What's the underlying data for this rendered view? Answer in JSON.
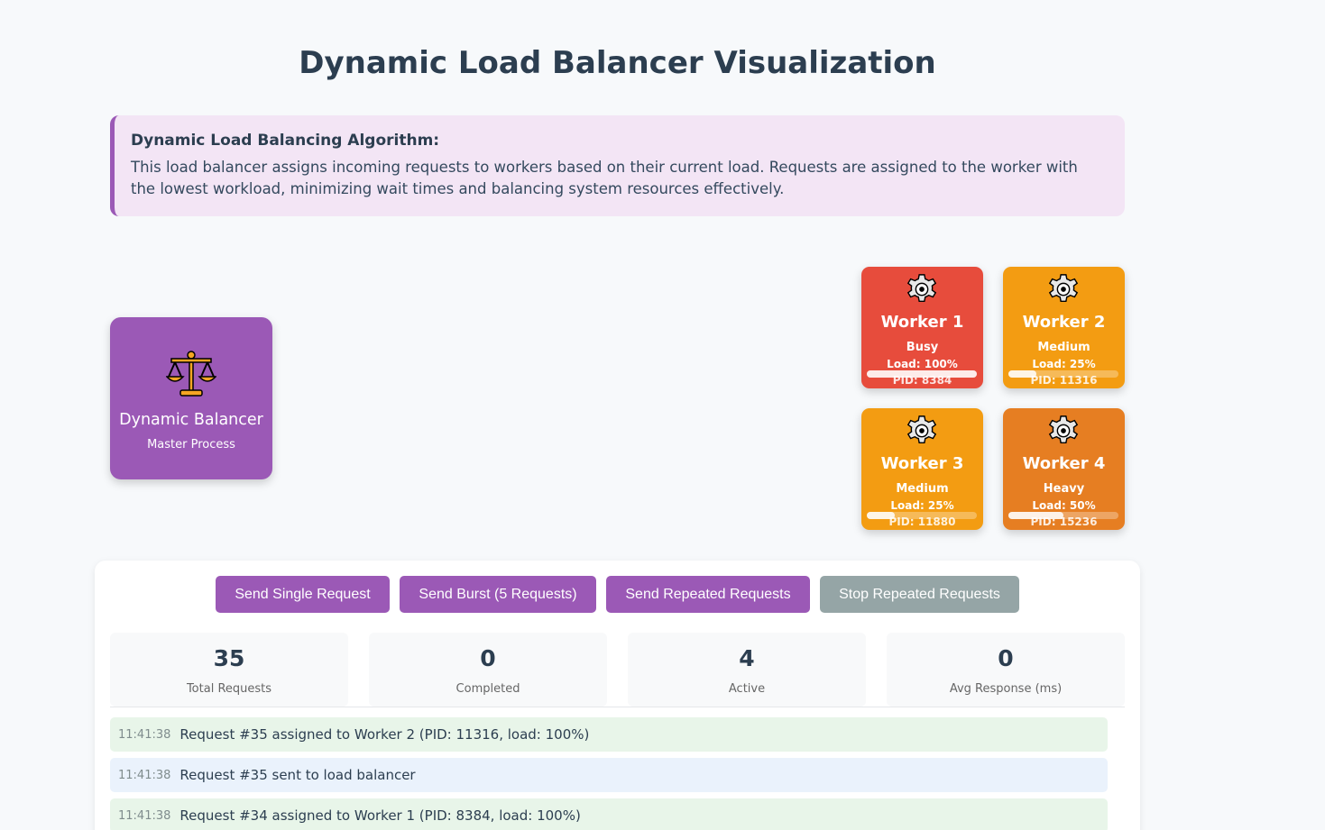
{
  "page": {
    "title": "Dynamic Load Balancer Visualization"
  },
  "info": {
    "title": "Dynamic Load Balancing Algorithm:",
    "text": "This load balancer assigns incoming requests to workers based on their current load. Requests are assigned to the worker with the lowest workload, minimizing wait times and balancing system resources effectively."
  },
  "balancer": {
    "name": "Dynamic Balancer",
    "subtitle": "Master Process",
    "icon": "scales-icon"
  },
  "workers": [
    {
      "name": "Worker 1",
      "status": "Busy",
      "load_text": "Load: 100%",
      "pid_text": "PID: 8384",
      "load_fraction": 1.0,
      "color": "#e74c3c"
    },
    {
      "name": "Worker 2",
      "status": "Medium",
      "load_text": "Load: 25%",
      "pid_text": "PID: 11316",
      "load_fraction": 0.25,
      "color": "#f39c12"
    },
    {
      "name": "Worker 3",
      "status": "Medium",
      "load_text": "Load: 25%",
      "pid_text": "PID: 11880",
      "load_fraction": 0.25,
      "color": "#f39c12"
    },
    {
      "name": "Worker 4",
      "status": "Heavy",
      "load_text": "Load: 50%",
      "pid_text": "PID: 15236",
      "load_fraction": 0.5,
      "color": "#e67e22"
    }
  ],
  "controls": {
    "single": "Send Single Request",
    "burst": "Send Burst (5 Requests)",
    "repeated": "Send Repeated Requests",
    "stop": "Stop Repeated Requests"
  },
  "stats": [
    {
      "value": "35",
      "label": "Total Requests"
    },
    {
      "value": "0",
      "label": "Completed"
    },
    {
      "value": "4",
      "label": "Active"
    },
    {
      "value": "0",
      "label": "Avg Response (ms)"
    }
  ],
  "log": [
    {
      "time": "11:41:38",
      "message": "Request #35 assigned to Worker 2 (PID: 11316, load: 100%)",
      "kind": "green"
    },
    {
      "time": "11:41:38",
      "message": "Request #35 sent to load balancer",
      "kind": "blue"
    },
    {
      "time": "11:41:38",
      "message": "Request #34 assigned to Worker 1 (PID: 8384, load: 100%)",
      "kind": "green"
    }
  ],
  "colors": {
    "accent": "#9b59b6",
    "disabled": "#95a5a6"
  }
}
